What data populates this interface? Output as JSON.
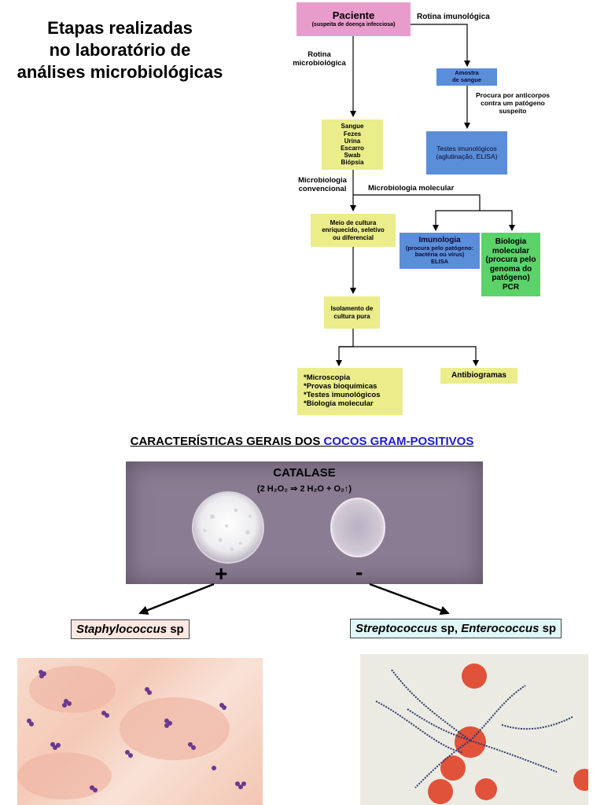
{
  "title": {
    "line1": "Etapas realizadas",
    "line2": "no laboratório de",
    "line3": "análises microbiológicas"
  },
  "flowchart": {
    "patient": {
      "title": "Paciente",
      "subtitle": "(suspeita de doença infecciosa)"
    },
    "immuno_route_label": "Rotina imunológica",
    "micro_route_label": [
      "Rotina",
      "microbiológica"
    ],
    "blood_sample": [
      "Amostra",
      "de sangue"
    ],
    "antibody_search": [
      "Procura por anticorpos",
      "contra um  patógeno",
      "suspeito"
    ],
    "immuno_tests": [
      "Testes imunológicos",
      "(aglutinação, ELISA)"
    ],
    "samples": [
      "Sangue",
      "Fezes",
      "Urina",
      "Escarro",
      "Swab",
      "Biópsia"
    ],
    "conventional_label": [
      "Microbiologia",
      "convencional"
    ],
    "molecular_label": "Microbiologia molecular",
    "culture_media": [
      "Meio de cultura",
      "enriquecido, seletivo",
      "ou diferencial"
    ],
    "immunology": {
      "title": "Imunologia",
      "lines": [
        "(procura pelo patógeno:",
        "bactéria ou vírus)",
        "ELISA"
      ]
    },
    "molecular_biology": [
      "Biologia",
      "molecular",
      "(procura pelo",
      "genoma do",
      "patógeno)",
      "PCR"
    ],
    "isolation": [
      "Isolamento de",
      "cultura pura"
    ],
    "analyses": [
      "*Microscopia",
      "*Provas bioquímicas",
      "*Testes imunológicos",
      "*Biologia molecular"
    ],
    "antibiograms": "Antibiogramas"
  },
  "section": {
    "heading_prefix": "CARACTERÍSTICAS GERAIS DOS ",
    "heading_link": "COCOS GRAM-POSITIVOS"
  },
  "catalase": {
    "title": "CATALASE",
    "equation": "(2 H₂O₂ ⇒ 2 H₂O + O₂↑)",
    "positive_sign": "+",
    "negative_sign": "-"
  },
  "organisms": {
    "positive": {
      "genus": "Staphylococcus",
      "suffix": " sp"
    },
    "negative": {
      "genus1": "Streptococcus",
      "mid": " sp, ",
      "genus2": "Enterococcus",
      "suffix": " sp"
    }
  },
  "colors": {
    "pink": "#e89ccb",
    "blue": "#5b8ed8",
    "yellow": "#eaed8a",
    "green": "#5cd26a",
    "link": "#1c1cd0"
  }
}
